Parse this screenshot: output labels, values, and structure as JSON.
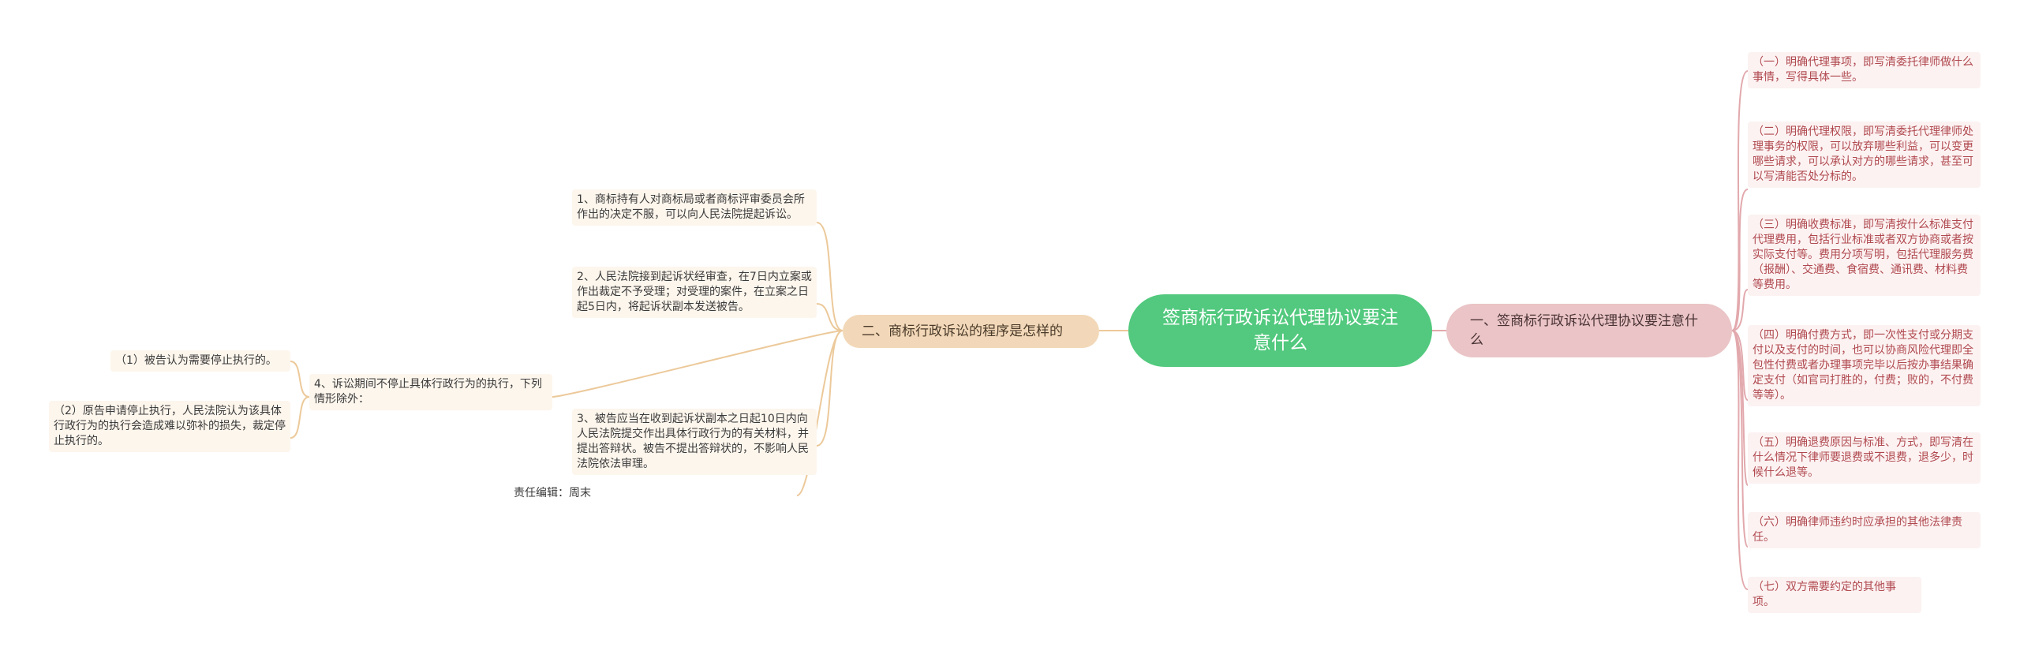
{
  "root": {
    "title": "签商标行政诉讼代理协议要注意什么"
  },
  "right_branch": {
    "label": "一、签商标行政诉讼代理协议要注意什么",
    "items": [
      "（一）明确代理事项，即写清委托律师做什么事情，写得具体一些。",
      "（二）明确代理权限，即写清委托代理律师处理事务的权限，可以放弃哪些利益，可以变更哪些请求，可以承认对方的哪些请求，甚至可以写清能否处分标的。",
      "（三）明确收费标准，即写清按什么标准支付代理费用，包括行业标准或者双方协商或者按实际支付等。费用分项写明，包括代理服务费（报酬）、交通费、食宿费、通讯费、材料费等费用。",
      "（四）明确付费方式，即一次性支付或分期支付以及支付的时间，也可以协商风险代理即全包性付费或者办理事项完毕以后按办事结果确定支付（如官司打胜的，付费；败的，不付费等等）。",
      "（五）明确退费原因与标准、方式，即写清在什么情况下律师要退费或不退费，退多少，时候什么退等。",
      "（六）明确律师违约时应承担的其他法律责任。",
      "（七）双方需要约定的其他事项。"
    ]
  },
  "left_branch": {
    "label": "二、商标行政诉讼的程序是怎样的",
    "items": [
      "1、商标持有人对商标局或者商标评审委员会所作出的决定不服，可以向人民法院提起诉讼。",
      "2、人民法院接到起诉状经审查，在7日内立案或作出裁定不予受理；对受理的案件，在立案之日起5日内，将起诉状副本发送被告。",
      "3、被告应当在收到起诉状副本之日起10日内向人民法院提交作出具体行政行为的有关材料，并提出答辩状。被告不提出答辩状的，不影响人民法院依法审理。"
    ],
    "sub": {
      "label": "4、诉讼期间不停止具体行政行为的执行，下列情形除外：",
      "items": [
        "（1）被告认为需要停止执行的。",
        "（2）原告申请停止执行，人民法院认为该具体行政行为的执行会造成难以弥补的损失，裁定停止执行的。"
      ]
    },
    "editor": "责任编辑：周末"
  },
  "colors": {
    "root": "#52c97e",
    "right_branch": "#eac4c6",
    "left_branch": "#f2d8b8",
    "right_text": "#b0494f",
    "right_link": "#e2a9ad",
    "left_link": "#ecc99a"
  }
}
